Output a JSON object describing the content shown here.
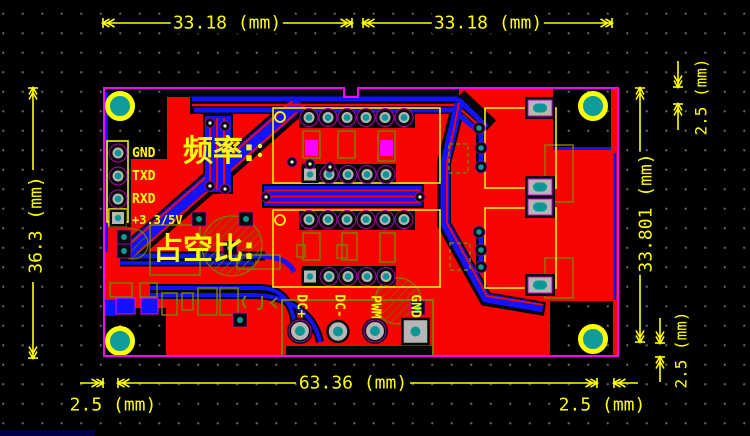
{
  "dimensions": {
    "top_left": "33.18 (mm)",
    "top_right": "33.18 (mm)",
    "left": "36.3 (mm)",
    "right": "33.801 (mm)",
    "right_top": "2.5 (mm)",
    "right_bottom": "2.5 (mm)",
    "bottom": "63.36 (mm)",
    "bottom_left": "2.5 (mm)",
    "bottom_right": "2.5 (mm)"
  },
  "pcb": {
    "left_header_labels": [
      "GND",
      "TXD",
      "RXD",
      "+3.3/5V"
    ],
    "bottom_pad_labels": [
      "DC+",
      "DC-",
      "PWM",
      "GND"
    ],
    "silkscreen_frequency_label": "频率:",
    "silkscreen_duty_label": "占空比:"
  },
  "colors": {
    "dimension_text": "#ffff00",
    "board_outline": "#ff00ff",
    "copper_top": "#f80400",
    "traces_bottom": "#1212ff",
    "silkscreen": "#ffff00",
    "silkscreen_alt": "#7c7c00",
    "pad_hole": "#0e9595",
    "grid_dot": "#5c5c5c"
  }
}
